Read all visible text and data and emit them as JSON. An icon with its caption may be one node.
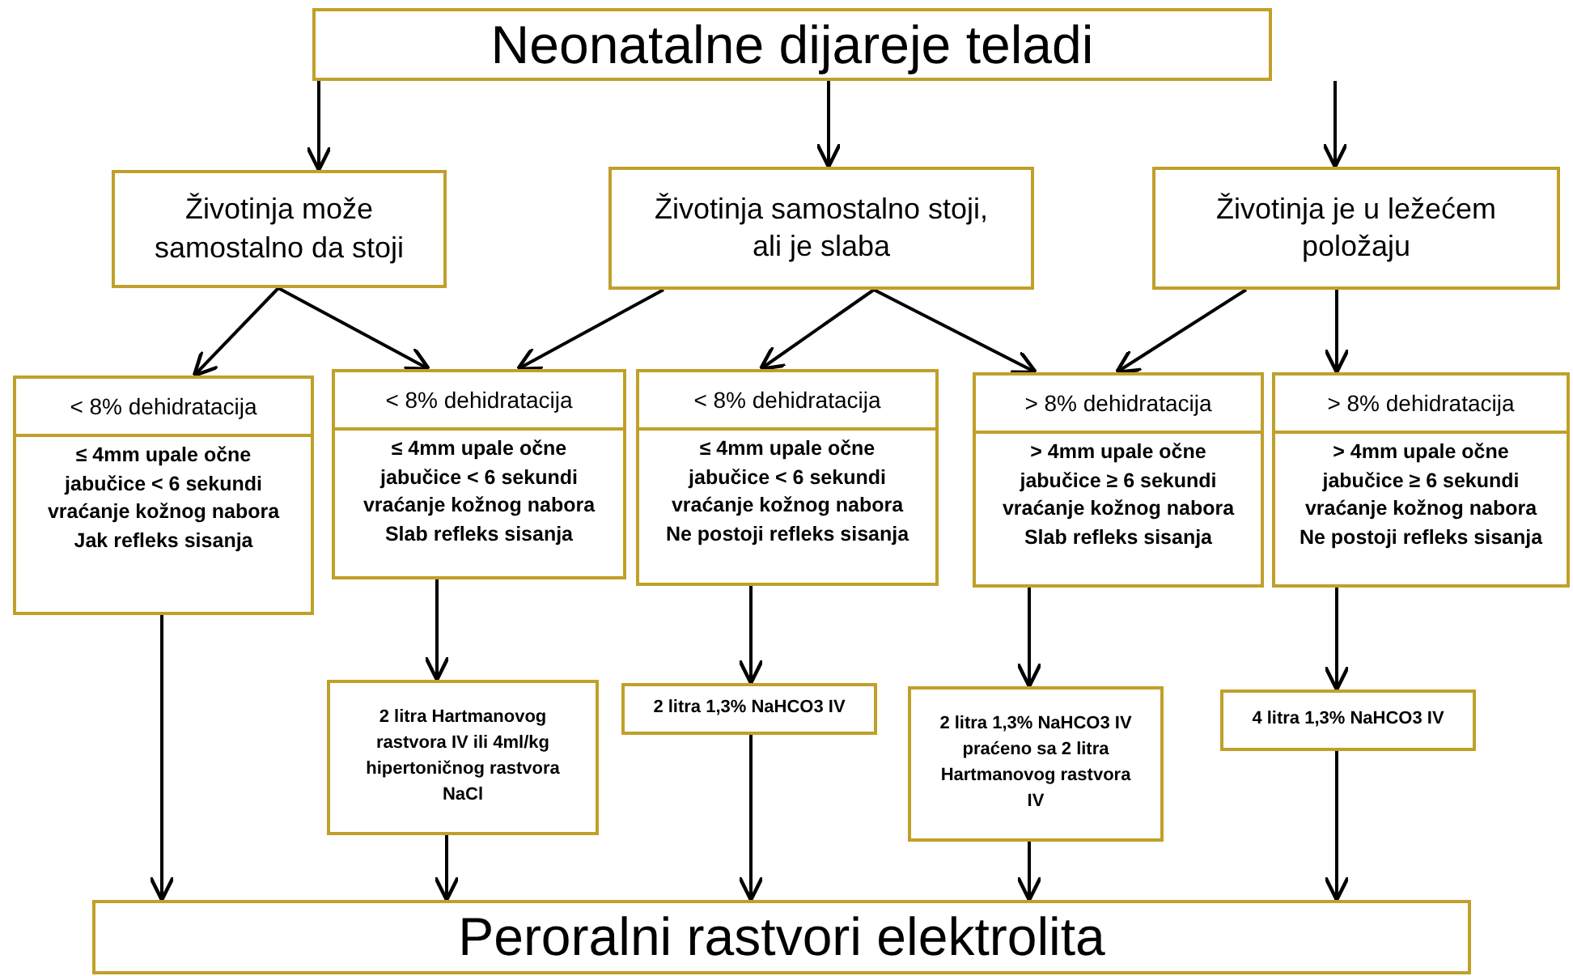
{
  "diagram": {
    "nodes": [
      {
        "text": [
          "Neonatalne dijareje teladi"
        ]
      },
      {
        "text": [
          "Životinja može samostalno da stoji"
        ]
      },
      {
        "text": [
          "Životinja samostalno stoji, ali je slaba"
        ]
      },
      {
        "text": [
          "Životinja je u ležećem položaju"
        ]
      },
      {
        "text": [
          "< 8% dehidratacija",
          "≤ 4mm upale očne jabučice < 6 sekundi vraćanje kožnog nabora **Jak refleks sisanja**"
        ]
      },
      {
        "text": [
          "< 8% dehidratacija",
          "≤ 4mm upale očne jabučice < 6 sekundi vraćanje kožnog nabora **Slab refleks sisanja**"
        ]
      },
      {
        "text": [
          "< 8% dehidratacija",
          "≤ 4mm upale očne jabučice < 6 sekundi vraćanje kožnog nabora **Ne postoji refleks sisanja**"
        ]
      },
      {
        "text": [
          "> 8% dehidratacija",
          "> 4mm upale očne jabučice ≥ 6 sekundi vraćanje kožnog nabora **Slab refleks sisanja**"
        ]
      },
      {
        "text": [
          "> 8% dehidratacija",
          "> 4mm upale očne jabučice ≥ 6 sekundi vraćanje kožnog nabora **Ne postoji refleks sisanja**"
        ]
      },
      {
        "text": [
          "2 litra Hartmanovog rastvora IV ili 4ml/kg hipertoničnog rastvora NaCl"
        ]
      },
      {
        "text": [
          "2 litra 1,3% NaHCO3 IV"
        ]
      },
      {
        "text": [
          "2 litra 1,3% NaHCO3 IV praćeno sa 2 litra Hartmanovog rastvora IV"
        ]
      },
      {
        "text": [
          "4 litra 1,3% NaHCO3 IV"
        ]
      },
      {
        "text": [
          "Peroralni rastvori elektrolita"
        ]
      }
    ],
    "edges": [
      {
        "from": 0,
        "to": 1,
        "arrow": "to"
      },
      {
        "from": 0,
        "to": 2,
        "arrow": "to"
      },
      {
        "from": 0,
        "to": 3,
        "arrow": "to"
      },
      {
        "from": 1,
        "to": 4,
        "arrow": "to"
      },
      {
        "from": 1,
        "to": 5,
        "arrow": "to"
      },
      {
        "from": 2,
        "to": 5,
        "arrow": "to"
      },
      {
        "from": 2,
        "to": 6,
        "arrow": "to"
      },
      {
        "from": 2,
        "to": 7,
        "arrow": "to"
      },
      {
        "from": 3,
        "to": 7,
        "arrow": "to"
      },
      {
        "from": 3,
        "to": 8,
        "arrow": "to"
      },
      {
        "from": 4,
        "to": 13,
        "arrow": "to"
      },
      {
        "from": 5,
        "to": 9,
        "arrow": "to"
      },
      {
        "from": 9,
        "to": 13,
        "arrow": "to"
      },
      {
        "from": 6,
        "to": 10,
        "arrow": "to"
      },
      {
        "from": 10,
        "to": 13,
        "arrow": "to"
      },
      {
        "from": 7,
        "to": 11,
        "arrow": "to"
      },
      {
        "from": 11,
        "to": 13,
        "arrow": "to"
      },
      {
        "from": 8,
        "to": 12,
        "arrow": "to"
      },
      {
        "from": 12,
        "to": 13,
        "arrow": "to"
      }
    ]
  }
}
